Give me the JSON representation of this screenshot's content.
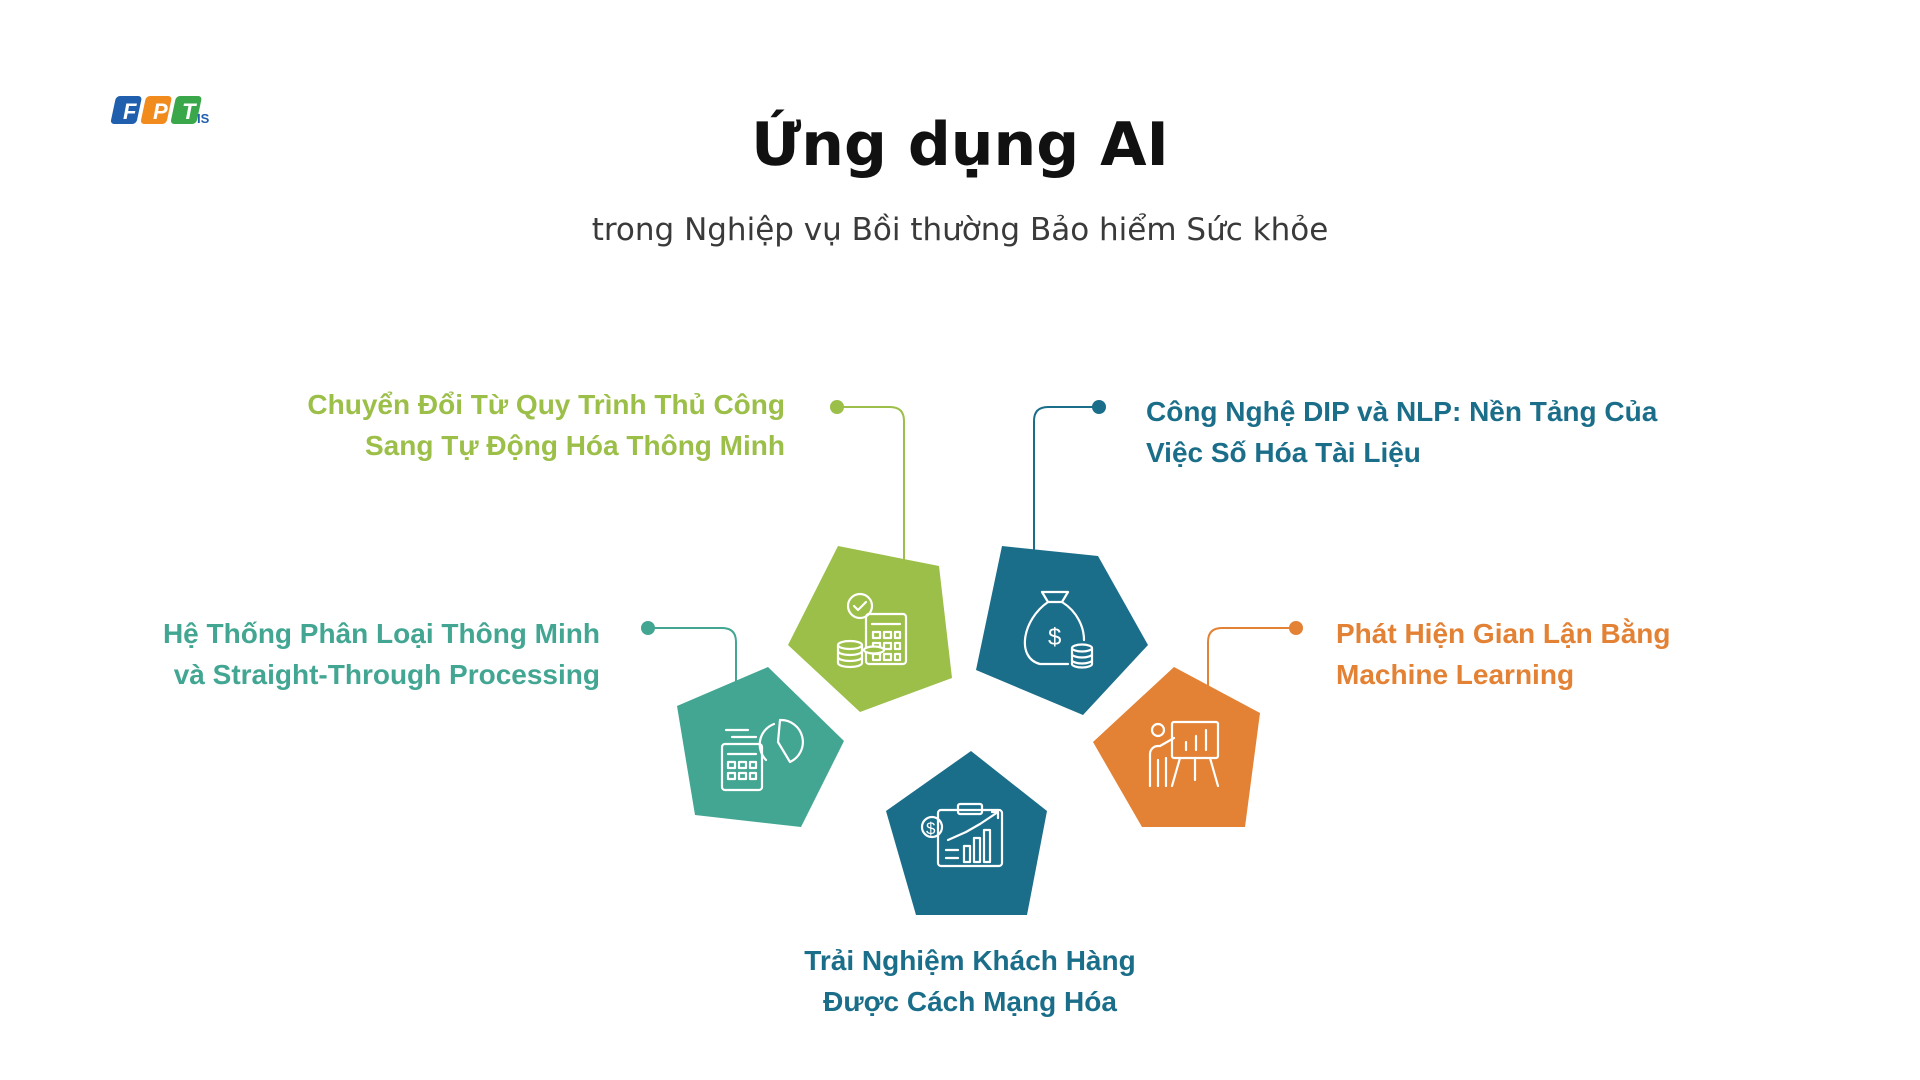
{
  "logo": {
    "brand": "FPT",
    "letters": [
      "F",
      "P",
      "T"
    ],
    "suffix": "IS"
  },
  "header": {
    "title": "Ứng dụng AI",
    "subtitle": "trong Nghiệp vụ Bồi thường Bảo hiểm Sức khỏe"
  },
  "colors": {
    "green": "#9bbf48",
    "dark_blue": "#1b6e8a",
    "teal": "#42a692",
    "orange": "#e38134",
    "title": "#111111"
  },
  "items": {
    "automation": {
      "line1": "Chuyển Đổi Từ Quy Trình Thủ Công",
      "line2": "Sang Tự Động Hóa Thông Minh",
      "icon": "calculator-coins-icon",
      "color": "#9bbf48"
    },
    "dip_nlp": {
      "line1": "Công Nghệ DIP và NLP: Nền Tảng Của",
      "line2": "Việc Số Hóa Tài Liệu",
      "icon": "money-bag-icon",
      "color": "#1b6e8a"
    },
    "classification": {
      "line1": "Hệ Thống Phân Loại Thông Minh",
      "line2": "và Straight-Through Processing",
      "icon": "calculator-pie-chart-icon",
      "color": "#42a692"
    },
    "fraud": {
      "line1": "Phát Hiện Gian Lận Bằng",
      "line2": "Machine Learning",
      "icon": "presenter-board-icon",
      "color": "#e38134"
    },
    "customer": {
      "line1": "Trải Nghiệm Khách Hàng",
      "line2": "Được Cách Mạng Hóa",
      "icon": "financial-report-icon",
      "color": "#1b6e8a"
    }
  }
}
